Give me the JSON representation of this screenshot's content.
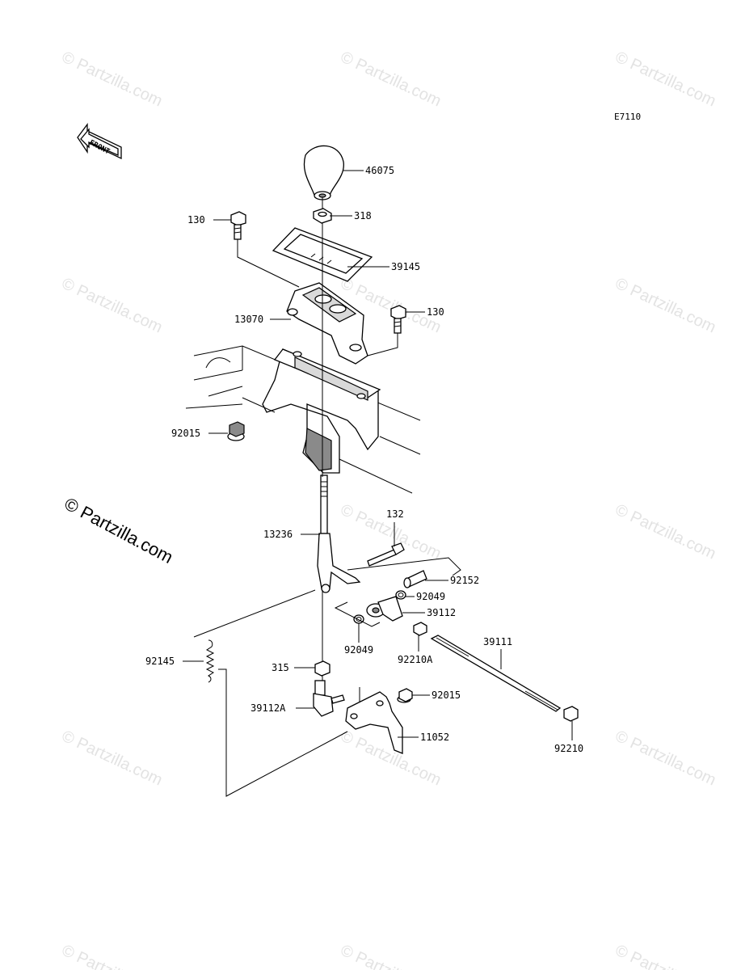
{
  "diagram_code": "E7110",
  "front_label": "FRONT",
  "watermark_text": "© Partzilla.com",
  "copyright_text": "© Partzilla.com",
  "part_labels": {
    "p46075": "46075",
    "p318": "318",
    "p39145": "39145",
    "p130_left": "130",
    "p130_right": "130",
    "p13070": "13070",
    "p92015_top": "92015",
    "p13236": "13236",
    "p132": "132",
    "p92152": "92152",
    "p92049_right": "92049",
    "p39112": "39112",
    "p92049_left": "92049",
    "p92210A": "92210A",
    "p39111": "39111",
    "p92145": "92145",
    "p315": "315",
    "p92015_bottom": "92015",
    "p39112A": "39112A",
    "p11052": "11052",
    "p92210": "92210"
  },
  "colors": {
    "line": "#000000",
    "watermark": "#e3e3e3",
    "background": "#ffffff"
  }
}
